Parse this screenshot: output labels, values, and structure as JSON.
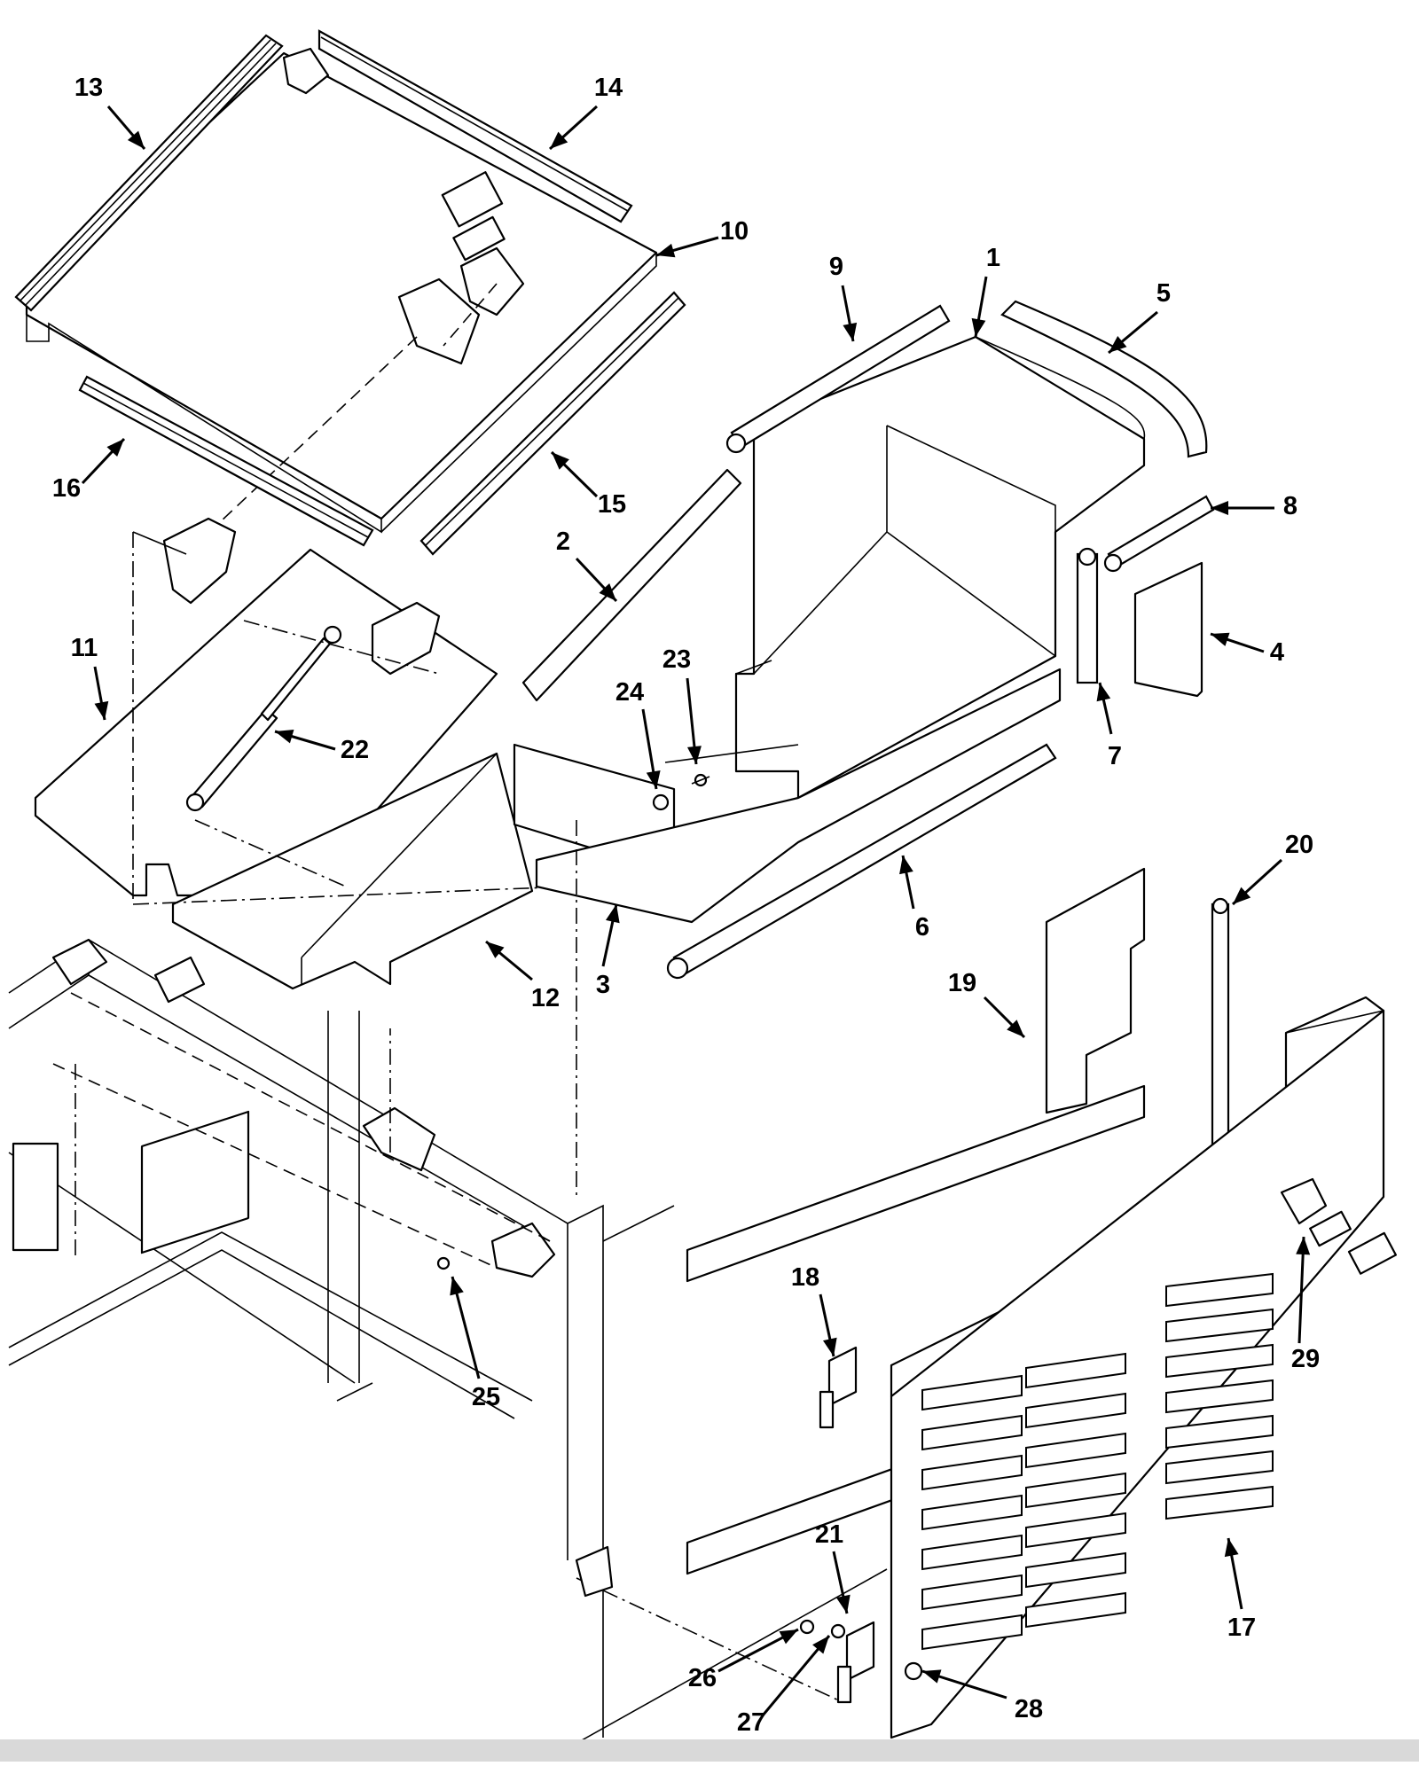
{
  "callouts": [
    {
      "id": "1",
      "text": "1"
    },
    {
      "id": "2",
      "text": "2"
    },
    {
      "id": "3",
      "text": "3"
    },
    {
      "id": "4",
      "text": "4"
    },
    {
      "id": "5",
      "text": "5"
    },
    {
      "id": "6",
      "text": "6"
    },
    {
      "id": "7",
      "text": "7"
    },
    {
      "id": "8",
      "text": "8"
    },
    {
      "id": "9",
      "text": "9"
    },
    {
      "id": "10",
      "text": "10"
    },
    {
      "id": "11",
      "text": "11"
    },
    {
      "id": "12",
      "text": "12"
    },
    {
      "id": "13",
      "text": "13"
    },
    {
      "id": "14",
      "text": "14"
    },
    {
      "id": "15",
      "text": "15"
    },
    {
      "id": "16",
      "text": "16"
    },
    {
      "id": "17",
      "text": "17"
    },
    {
      "id": "18",
      "text": "18"
    },
    {
      "id": "19",
      "text": "19"
    },
    {
      "id": "20",
      "text": "20"
    },
    {
      "id": "21",
      "text": "21"
    },
    {
      "id": "22",
      "text": "22"
    },
    {
      "id": "23",
      "text": "23"
    },
    {
      "id": "24",
      "text": "24"
    },
    {
      "id": "25",
      "text": "25"
    },
    {
      "id": "26",
      "text": "26"
    },
    {
      "id": "27",
      "text": "27"
    },
    {
      "id": "28",
      "text": "28"
    },
    {
      "id": "29",
      "text": "29"
    }
  ],
  "colors": {
    "ink": "#000000",
    "paper": "#ffffff",
    "rule": "#d9d9d9"
  }
}
